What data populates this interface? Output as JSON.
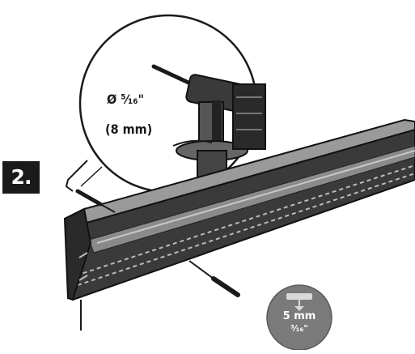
{
  "step": {
    "number": "2."
  },
  "drill_callout": {
    "diameter_line": "Ø ⁵⁄₁₆\"",
    "metric_line": "(8 mm)"
  },
  "depth_badge": {
    "metric": "5 mm",
    "imperial": "³⁄₁₆\""
  },
  "colors": {
    "ink": "#1a1a1a",
    "rail_top": "#9a9a9a",
    "rail_front": "#3a3a3a",
    "badge_gray": "#7a7a7a"
  }
}
